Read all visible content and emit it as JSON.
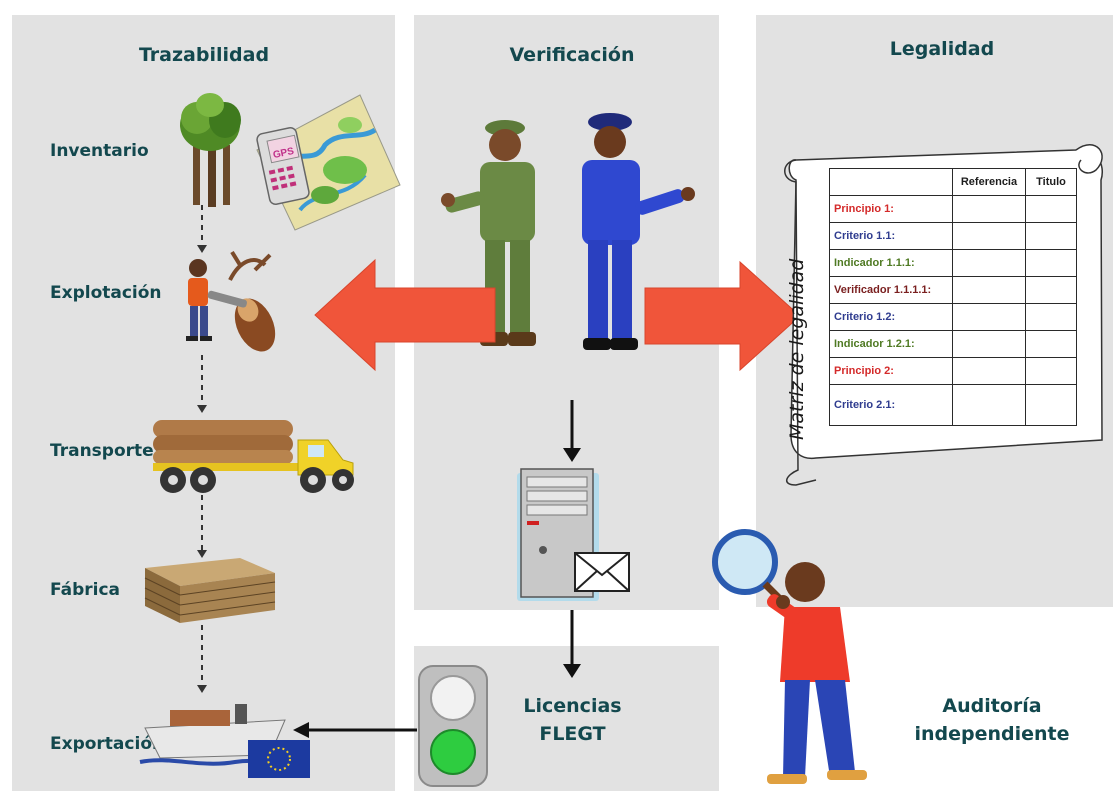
{
  "columns": {
    "trazabilidad": "Trazabilidad",
    "verificacion": "Verificación",
    "legalidad": "Legalidad"
  },
  "stages": [
    "Inventario",
    "Explotación",
    "Transporte",
    "Fábrica",
    "Exportación"
  ],
  "gps_label": "GPS",
  "licencias": {
    "line1": "Licencias",
    "line2": "FLEGT"
  },
  "auditoria": {
    "line1": "Auditoría",
    "line2": "independiente"
  },
  "matrix": {
    "title": "Matriz de legalidad",
    "headers": [
      "",
      "Referencia",
      "Titulo"
    ],
    "rows": [
      {
        "label": "Principio 1:",
        "color": "#d42a2a"
      },
      {
        "label": "Criterio 1.1:",
        "color": "#2f3c8f"
      },
      {
        "label": "Indicador  1.1.1:",
        "color": "#4f7a23"
      },
      {
        "label": "Verificador 1.1.1.1:",
        "color": "#7a1f1f"
      },
      {
        "label": "Criterio 1.2:",
        "color": "#2f3c8f"
      },
      {
        "label": "Indicador  1.2.1:",
        "color": "#4f7a23"
      },
      {
        "label": "Principio 2:",
        "color": "#d42a2a"
      },
      {
        "label": "Criterio 2.1:",
        "color": "#2f3c8f"
      }
    ]
  },
  "colors": {
    "panel": "#e2e2e2",
    "heading": "#13484e",
    "big_arrow": "#f0553a",
    "traffic_green": "#2ecc40"
  }
}
